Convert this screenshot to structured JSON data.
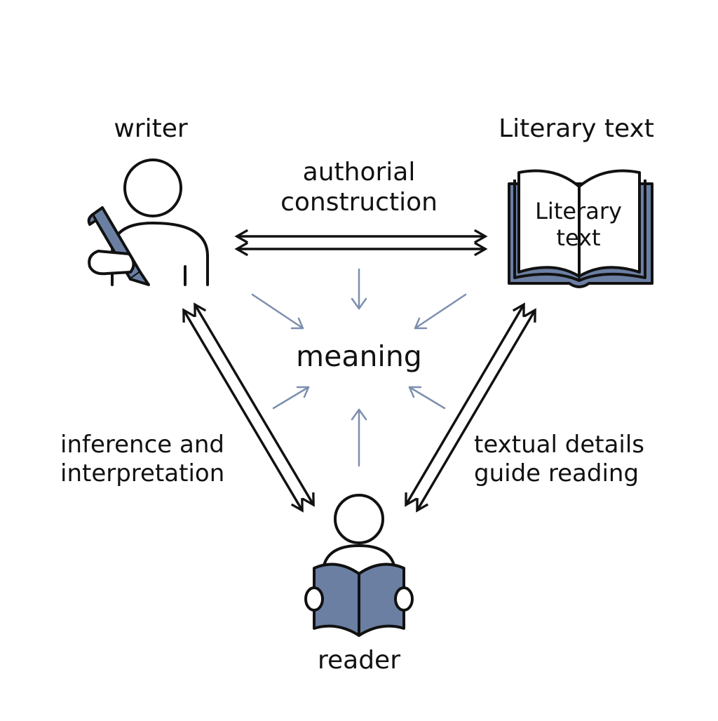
{
  "nodes": {
    "writer": "writer",
    "literary_text": "Literary text",
    "reader": "reader",
    "meaning": "meaning"
  },
  "book_cover": {
    "line1": "Literary",
    "line2": "text"
  },
  "edges": {
    "writer_text": {
      "line1": "authorial",
      "line2": "construction"
    },
    "writer_reader": {
      "line1": "inference and",
      "line2": "interpretation"
    },
    "text_reader": {
      "line1": "textual details",
      "line2": "guide reading"
    }
  },
  "colors": {
    "ink": "#111111",
    "accent": "#6b7fa3",
    "arrow_light": "#7d8fae",
    "background": "#ffffff"
  }
}
